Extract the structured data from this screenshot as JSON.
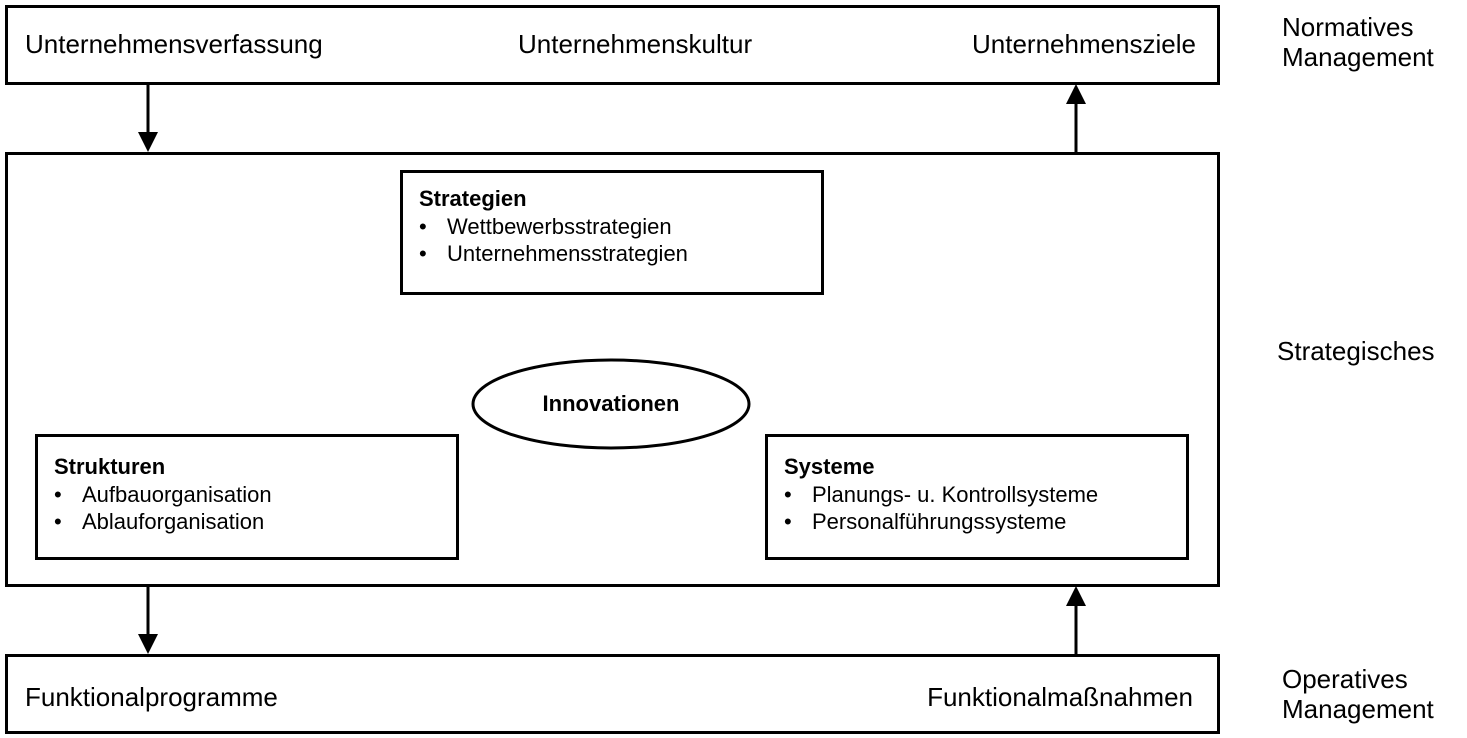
{
  "normative": {
    "items": [
      "Unternehmensverfassung",
      "Unternehmenskultur",
      "Unternehmensziele"
    ],
    "level_label": [
      "Normatives",
      "Management"
    ]
  },
  "strategic": {
    "level_label": "Strategisches",
    "center": "Innovationen",
    "strategien": {
      "title": "Strategien",
      "items": [
        "Wettbewerbsstrategien",
        "Unternehmensstrategien"
      ]
    },
    "strukturen": {
      "title": "Strukturen",
      "items": [
        "Aufbauorganisation",
        "Ablauforganisation"
      ]
    },
    "systeme": {
      "title": "Systeme",
      "items": [
        "Planungs- u. Kontrollsysteme",
        "Personalführungssysteme"
      ]
    }
  },
  "operative": {
    "items": [
      "Funktionalprogramme",
      "Funktionalmaßnahmen"
    ],
    "level_label": [
      "Operatives",
      "Management"
    ]
  },
  "bullet_symbol": "•"
}
